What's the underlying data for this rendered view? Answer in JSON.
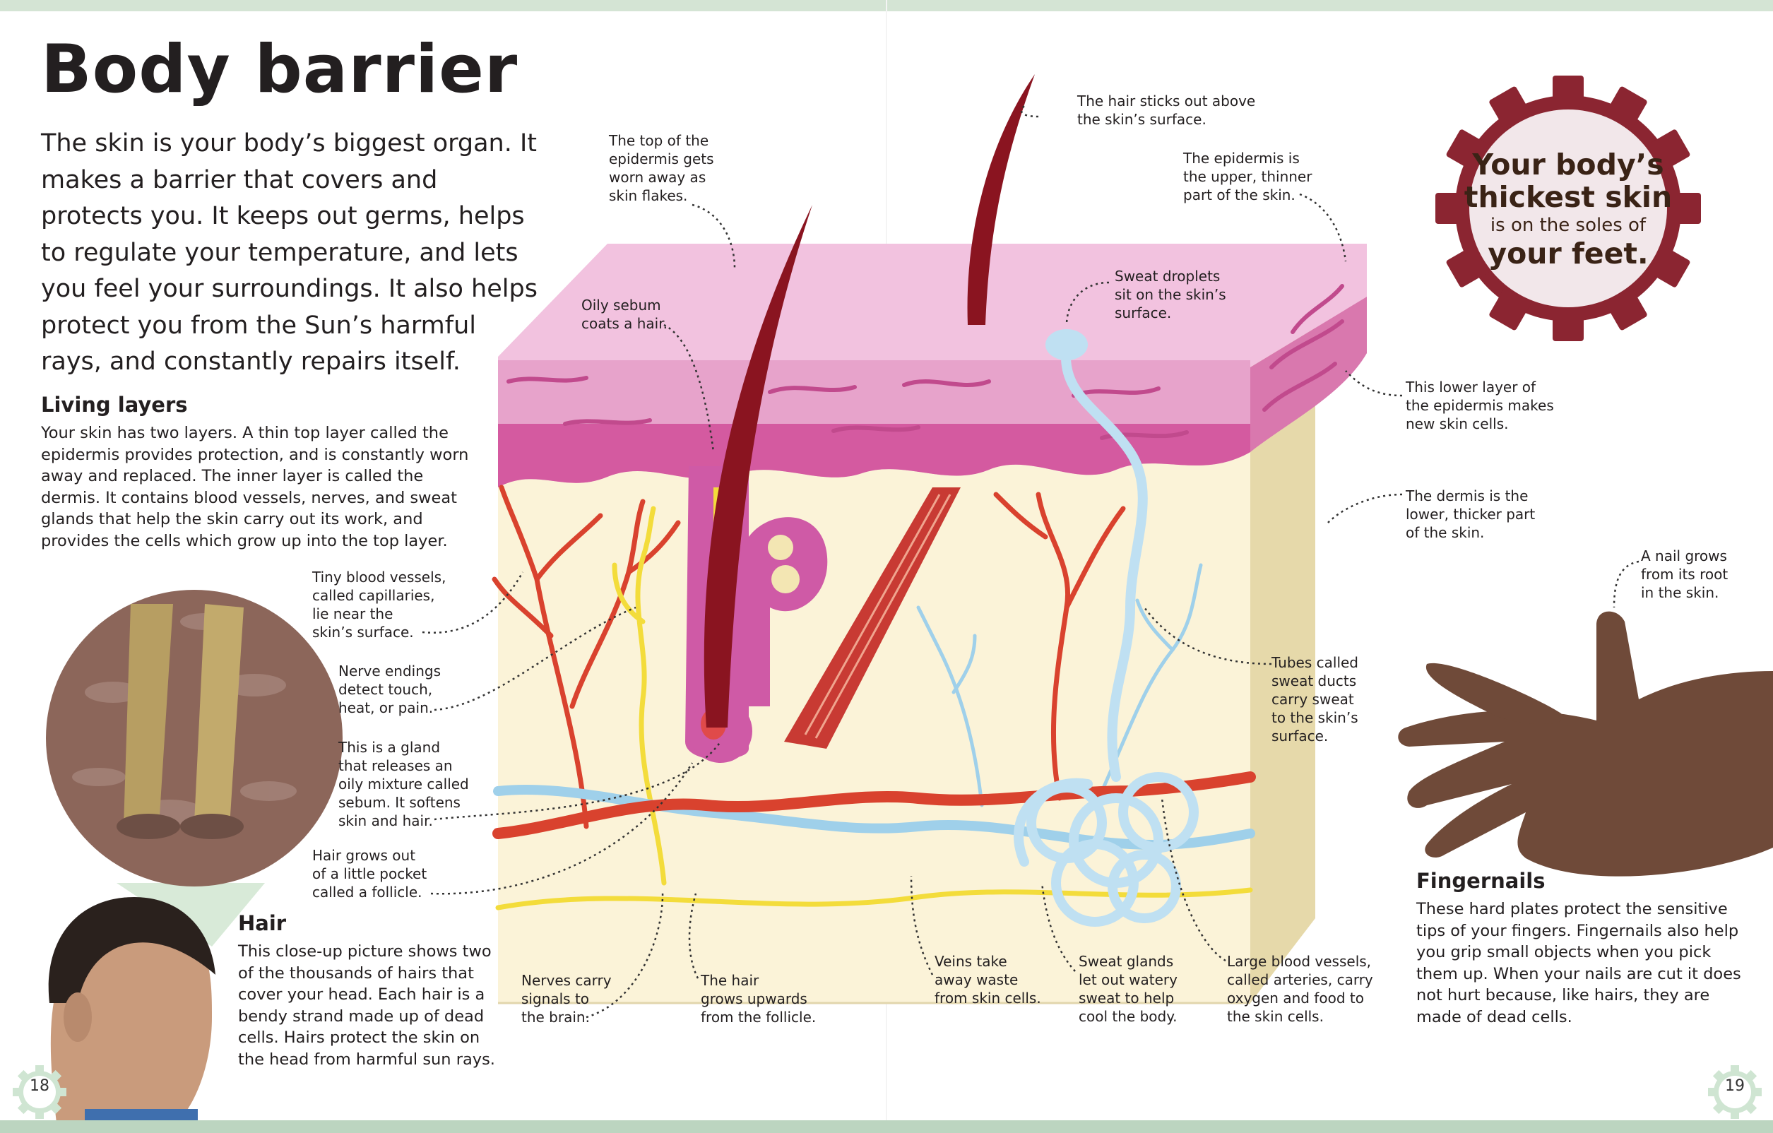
{
  "title": "Body barrier",
  "intro": "The skin is your body’s biggest organ. It makes a barrier that covers and protects you. It keeps out germs, helps to regulate your temperature, and lets you feel your surroundings. It also helps protect you from the Sun’s harmful rays, and constantly repairs itself.",
  "living_layers": {
    "heading": "Living layers",
    "text": "Your skin has two layers. A thin top layer called the epidermis provides protection, and is constantly worn away and replaced. The inner layer is called the dermis. It contains blood vessels, nerves, and sweat glands that help the skin carry out its work, and provides the cells which grow up into the top layer."
  },
  "hair": {
    "heading": "Hair",
    "text": "This close-up picture shows two of the thousands of hairs that cover your head. Each hair is a bendy strand made up of dead cells. Hairs protect the skin on the head from harmful sun rays."
  },
  "fingernails": {
    "heading": "Fingernails",
    "text": "These hard plates protect the sensitive tips of your fingers. Fingernails also help you grip small objects when you pick them up. When your nails are cut it does not hurt because, like hairs, they are made of dead cells."
  },
  "badge": {
    "line1": "Your body’s",
    "line2": "thickest skin",
    "line3": "is on the soles of",
    "line4": "your feet."
  },
  "labels": {
    "flakes": [
      "The top of the",
      "epidermis gets",
      "worn away as",
      "skin flakes."
    ],
    "hair_out": [
      "The hair sticks out above",
      "the skin’s surface."
    ],
    "epidermis": [
      "The epidermis is",
      "the upper, thinner",
      "part of the skin."
    ],
    "sebum": [
      "Oily sebum",
      "coats a hair."
    ],
    "droplets": [
      "Sweat droplets",
      "sit on the skin’s",
      "surface."
    ],
    "lower_layer": [
      "This lower layer of",
      "the epidermis makes",
      "new skin cells."
    ],
    "dermis": [
      "The dermis is the",
      "lower, thicker part",
      "of the skin."
    ],
    "nail_root": [
      "A nail grows",
      "from its root",
      "in the skin."
    ],
    "capillaries": [
      "Tiny blood vessels,",
      "called capillaries,",
      "lie near the",
      "skin’s surface."
    ],
    "nerve_endings": [
      "Nerve endings",
      "detect touch,",
      "heat, or pain."
    ],
    "gland": [
      "This is a gland",
      "that releases an",
      "oily mixture called",
      "sebum. It softens",
      "skin and hair."
    ],
    "follicle": [
      "Hair grows out",
      "of a little pocket",
      "called a follicle."
    ],
    "ducts": [
      "Tubes called",
      "sweat ducts",
      "carry sweat",
      "to the skin’s",
      "surface."
    ],
    "nerves": [
      "Nerves carry",
      "signals to",
      "the brain."
    ],
    "hair_grows": [
      "The hair",
      "grows upwards",
      "from the follicle."
    ],
    "veins": [
      "Veins take",
      "away waste",
      "from skin cells."
    ],
    "sweat_glands": [
      "Sweat glands",
      "let out watery",
      "sweat to help",
      "cool the body."
    ],
    "arteries": [
      "Large blood vessels,",
      "called arteries, carry",
      "oxygen and food to",
      "the skin cells."
    ]
  },
  "page_numbers": {
    "left": "18",
    "right": "19"
  },
  "colors": {
    "epidermis": "#e7a3cb",
    "epidermis_top": "#f2c2df",
    "dermis": "#fbf3d8",
    "artery": "#d9422e",
    "vein": "#9fd0ea",
    "nerve": "#f3dc3b",
    "hair": "#8a1420",
    "badge_gear": "#8b2531",
    "badge_inner": "#f2e7ea",
    "page_gear": "#cfe5d2"
  }
}
